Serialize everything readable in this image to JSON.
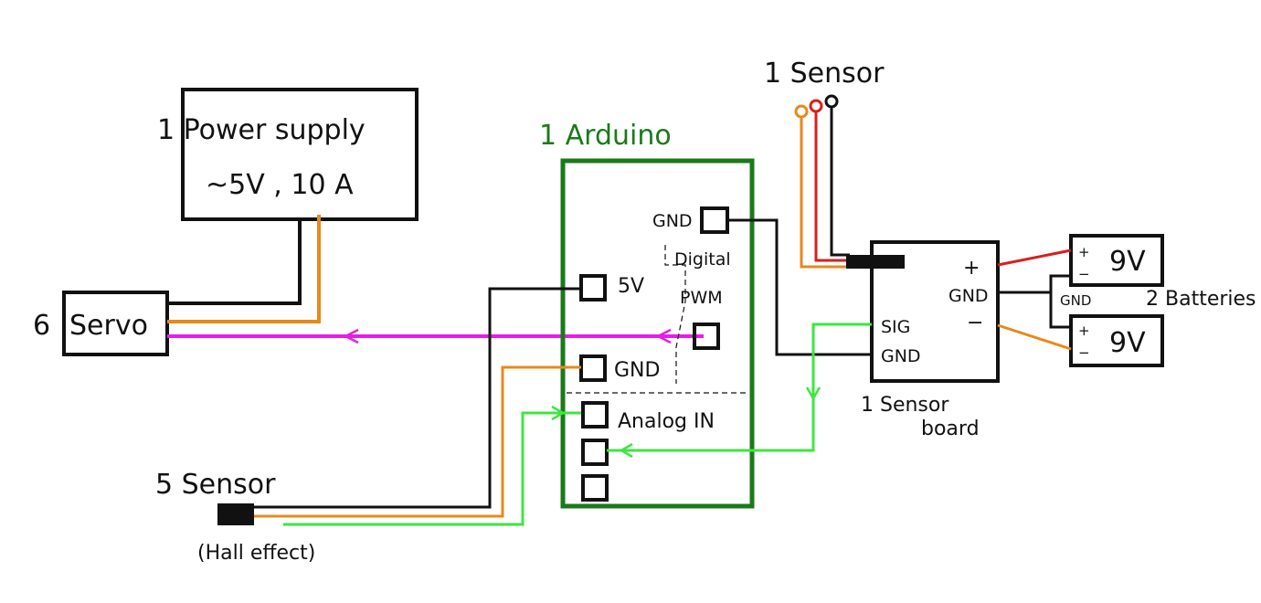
{
  "colors": {
    "box": "#111111",
    "arduino": "#1a7a1a",
    "wire_black": "#111111",
    "wire_orange": "#e8891c",
    "wire_red": "#d81e1e",
    "wire_green": "#3ee63e",
    "wire_magenta": "#e51ee5"
  },
  "power_supply": {
    "line1": "1 Power supply",
    "line2": "~5V , 10 A"
  },
  "servo": {
    "qty": "6",
    "label": "Servo"
  },
  "arduino": {
    "title": "1 Arduino",
    "gnd_top": "GND",
    "digital": "Digital",
    "pwm": "PWM",
    "pin_5v": "5V",
    "gnd_mid": "GND",
    "analog_in": "Analog IN"
  },
  "sensor_top": {
    "label": "1 Sensor"
  },
  "sensor_board": {
    "plus": "+",
    "gnd": "GND",
    "minus": "−",
    "sig": "SIG",
    "gnd2": "GND",
    "caption1": "1 Sensor",
    "caption2": "board"
  },
  "batteries": {
    "bat1": "9V",
    "bat2": "9V",
    "plus1": "+",
    "minus1": "−",
    "plus2": "+",
    "minus2": "−",
    "gnd": "GND",
    "caption": "2 Batteries"
  },
  "hall_sensor": {
    "label": "5 Sensor",
    "sub": "(Hall effect)"
  }
}
